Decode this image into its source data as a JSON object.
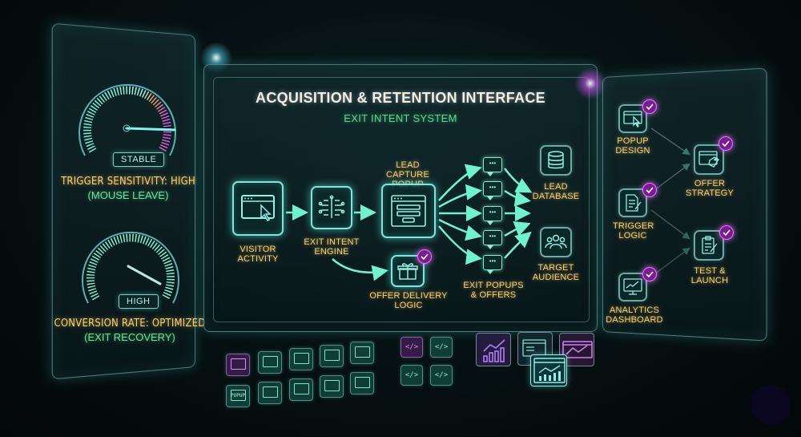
{
  "left_panel": {
    "gauges": [
      {
        "badge": "STABLE",
        "title": "TRIGGER SENSITIVITY: HIGH",
        "subtitle": "(MOUSE LEAVE)"
      },
      {
        "badge": "HIGH",
        "title": "CONVERSION RATE: OPTIMIZED",
        "subtitle": "(EXIT RECOVERY)"
      }
    ]
  },
  "main_panel": {
    "title": "ACQUISITION & RETENTION INTERFACE",
    "subtitle": "EXIT INTENT SYSTEM",
    "nodes": {
      "visitor_activity": "VISITOR ACTIVITY",
      "exit_intent_engine": "EXIT INTENT ENGINE",
      "lead_capture_popup": "LEAD CAPTURE POPUP",
      "offer_delivery_logic": "OFFER DELIVERY LOGIC",
      "exit_popups_offers": "EXIT POPUPS & OFFERS",
      "lead_database": "LEAD DATABASE",
      "target_audience": "TARGET AUDIENCE"
    },
    "chat_bubble_glyph": "•••"
  },
  "right_panel": {
    "steps": [
      {
        "label": "POPUP DESIGN",
        "status": "complete"
      },
      {
        "label": "OFFER STRATEGY",
        "status": "complete"
      },
      {
        "label": "TRIGGER LOGIC",
        "status": "complete"
      },
      {
        "label": "TEST & LAUNCH",
        "status": "complete"
      },
      {
        "label": "ANALYTICS DASHBOARD",
        "status": "complete"
      }
    ]
  },
  "bottom_tray": {
    "template_tiles": 10,
    "template_tile_text": "POPUP",
    "code_glyph": "</>",
    "code_tiles": 4
  },
  "colors": {
    "accent_cyan": "#7fe6dc",
    "label_gold": "#f5d27c",
    "status_green": "#61d98a",
    "check_magenta": "#e27af5"
  }
}
